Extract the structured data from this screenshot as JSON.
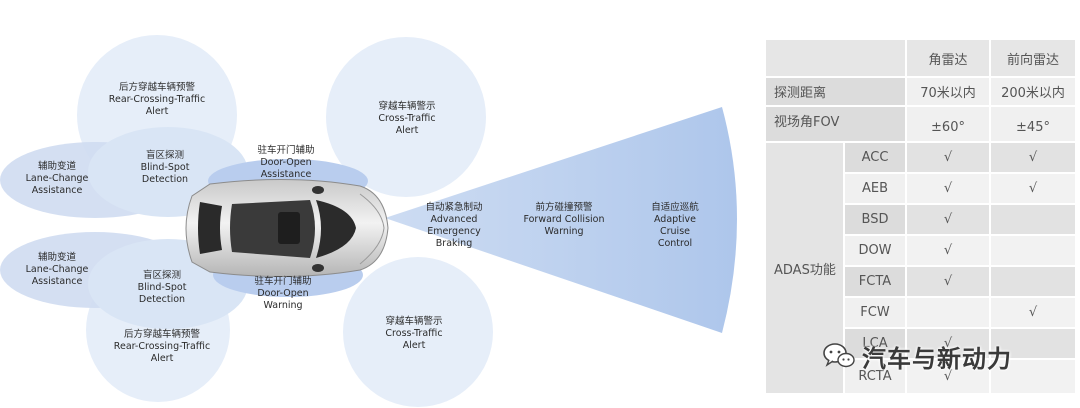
{
  "diagram": {
    "zones": [
      {
        "id": "rcta-front",
        "cn": "后方穿越车辆预警",
        "en": [
          "Rear-Crossing-Traffic",
          "Alert"
        ]
      },
      {
        "id": "cta-front",
        "cn": "穿越车辆警示",
        "en": [
          "Cross-Traffic",
          "Alert"
        ]
      },
      {
        "id": "lca-front",
        "cn": "辅助变道",
        "en": [
          "Lane-Change",
          "Assistance"
        ]
      },
      {
        "id": "bsd-front",
        "cn": "盲区探测",
        "en": [
          "Blind-Spot",
          "Detection"
        ]
      },
      {
        "id": "doa-front",
        "cn": "驻车开门辅助",
        "en": [
          "Door-Open",
          "Assistance"
        ]
      },
      {
        "id": "aeb",
        "cn": "自动紧急制动",
        "en": [
          "Advanced",
          "Emergency",
          "Braking"
        ]
      },
      {
        "id": "fcw",
        "cn": "前方碰撞预警",
        "en": [
          "Forward Collision",
          "Warning"
        ]
      },
      {
        "id": "acc",
        "cn": "自适应巡航",
        "en": [
          "Adaptive",
          "Cruise",
          "Control"
        ]
      },
      {
        "id": "lca-rear",
        "cn": "辅助变道",
        "en": [
          "Lane-Change",
          "Assistance"
        ]
      },
      {
        "id": "bsd-rear",
        "cn": "盲区探测",
        "en": [
          "Blind-Spot",
          "Detection"
        ]
      },
      {
        "id": "dow-rear",
        "cn": "驻车开门辅助",
        "en": [
          "Door-Open",
          "Warning"
        ]
      },
      {
        "id": "cta-rear",
        "cn": "穿越车辆警示",
        "en": [
          "Cross-Traffic",
          "Alert"
        ]
      },
      {
        "id": "rcta-rear",
        "cn": "后方穿越车辆预警",
        "en": [
          "Rear-Crossing-Traffic",
          "Alert"
        ]
      }
    ]
  },
  "table": {
    "headers": [
      "",
      "角雷达",
      "前向雷达"
    ],
    "rows": [
      {
        "label": "探测距离",
        "corner": "70米以内",
        "front": "200米以内"
      },
      {
        "label": "视场角FOV",
        "corner": "±60°",
        "front": "±45°"
      }
    ],
    "group_label": "ADAS功能",
    "functions": [
      {
        "name": "ACC",
        "corner": "√",
        "front": "√"
      },
      {
        "name": "AEB",
        "corner": "√",
        "front": "√"
      },
      {
        "name": "BSD",
        "corner": "√",
        "front": ""
      },
      {
        "name": "DOW",
        "corner": "√",
        "front": ""
      },
      {
        "name": "FCTA",
        "corner": "√",
        "front": ""
      },
      {
        "name": "FCW",
        "corner": "",
        "front": "√"
      },
      {
        "name": "LCA",
        "corner": "√",
        "front": ""
      },
      {
        "name": "RCTA",
        "corner": "√",
        "front": ""
      }
    ],
    "colors": {
      "header": "#e6e6e6",
      "row_dark": "#e0e0e0",
      "row_light": "#f0f0f0",
      "line": "#ffffff"
    }
  },
  "watermark": {
    "text": "汽车与新动力",
    "icon": "wechat-icon"
  }
}
